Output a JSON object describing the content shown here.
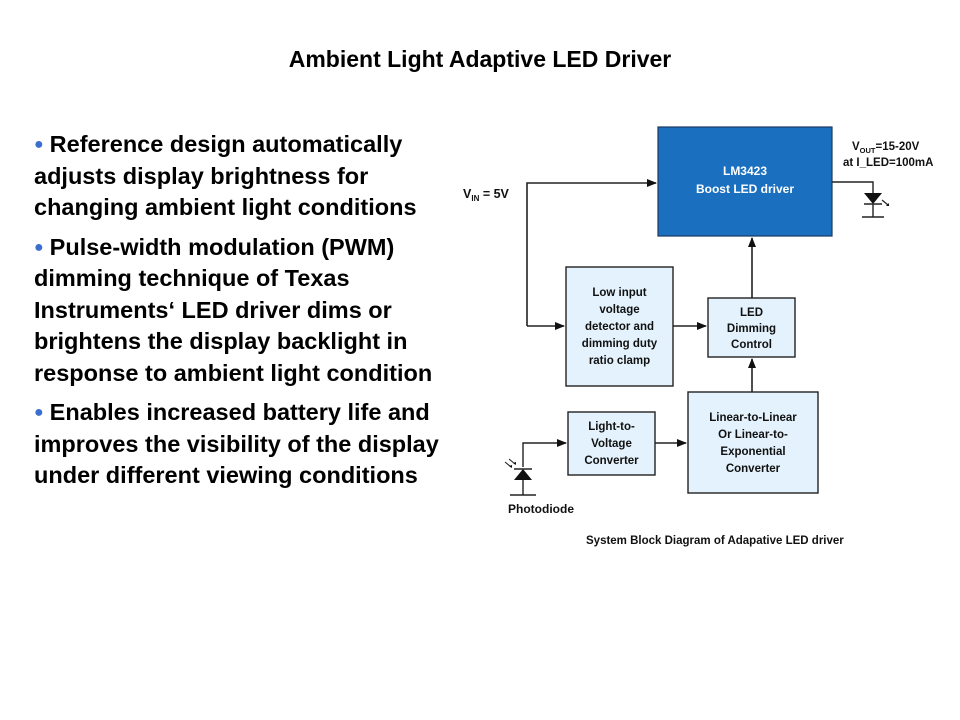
{
  "slide": {
    "title": "Ambient Light Adaptive LED Driver",
    "bullets": [
      {
        "text": "Reference design automatically adjusts display brightness for changing ambient light conditions"
      },
      {
        "text": "Pulse-width modulation (PWM) dimming technique of Texas Instruments‘ LED driver dims or brightens the display backlight in response to ambient light condition"
      },
      {
        "text": "Enables increased battery life and improves the visibility of the display under different viewing conditions"
      }
    ],
    "bullet_color": "#3a6ecf"
  },
  "diagram": {
    "caption": "System Block Diagram of Adapative LED driver",
    "vin_label": {
      "main": "V",
      "sub": "IN",
      "rest": " = 5V"
    },
    "vout_label": {
      "main": "V",
      "sub": "OUT",
      "rest": "=15-20V",
      "line2": "at I_LED=100mA"
    },
    "photodiode_label": "Photodiode",
    "colors": {
      "driver_fill": "#1a6fbf",
      "block_fill": "#e3f2fc",
      "stroke": "#222222"
    },
    "blocks": {
      "driver": {
        "lines": [
          "LM3423",
          "Boost LED driver"
        ]
      },
      "low_input": {
        "lines": [
          "Low  input",
          "voltage",
          "detector and",
          "dimming duty",
          "ratio clamp"
        ]
      },
      "dimming": {
        "lines": [
          "LED",
          "Dimming",
          "Control"
        ]
      },
      "light_to_voltage": {
        "lines": [
          "Light-to-",
          "Voltage",
          "Converter"
        ]
      },
      "converter": {
        "lines": [
          "Linear-to-Linear",
          "Or Linear-to-",
          "Exponential",
          "Converter"
        ]
      }
    }
  }
}
